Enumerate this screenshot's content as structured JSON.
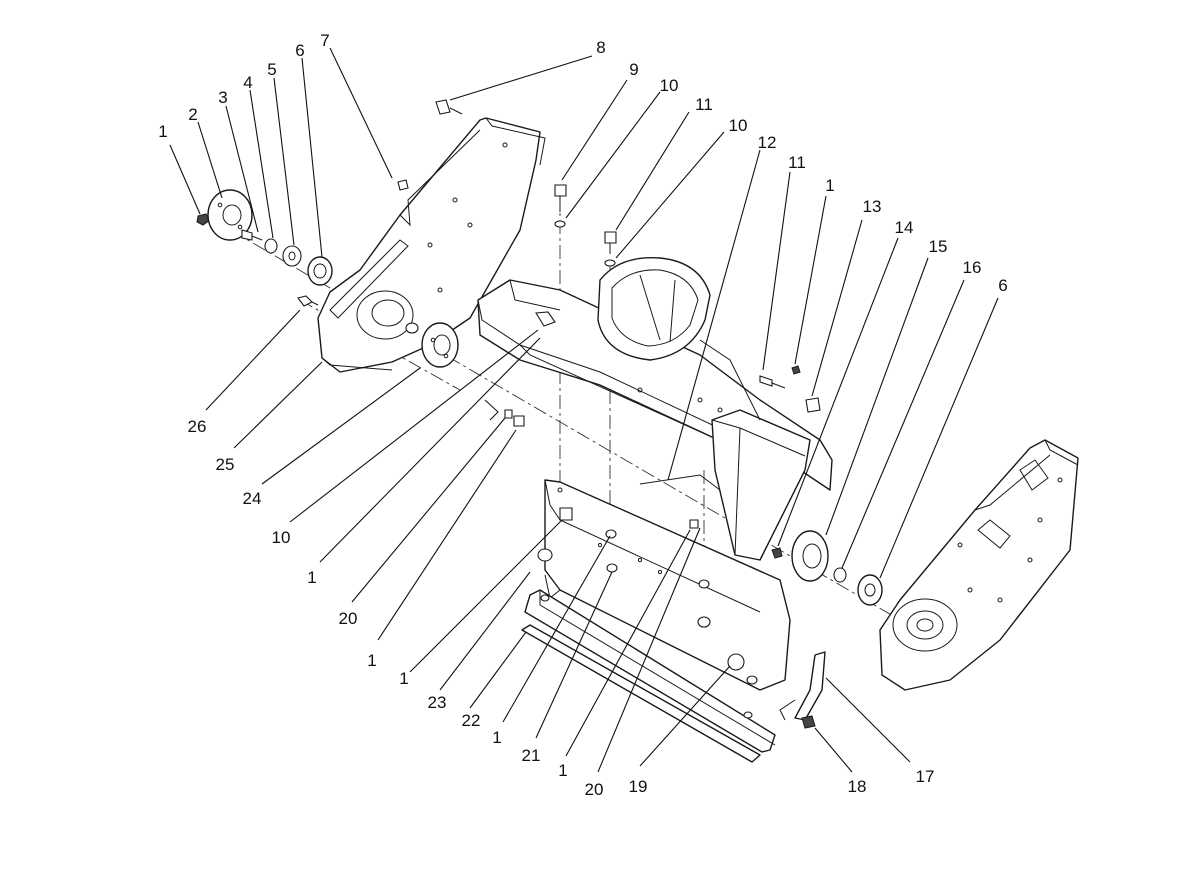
{
  "diagram": {
    "callouts": [
      {
        "id": "c1a",
        "label": "1"
      },
      {
        "id": "c2",
        "label": "2"
      },
      {
        "id": "c3",
        "label": "3"
      },
      {
        "id": "c4",
        "label": "4"
      },
      {
        "id": "c5",
        "label": "5"
      },
      {
        "id": "c6a",
        "label": "6"
      },
      {
        "id": "c7",
        "label": "7"
      },
      {
        "id": "c8",
        "label": "8"
      },
      {
        "id": "c9",
        "label": "9"
      },
      {
        "id": "c10a",
        "label": "10"
      },
      {
        "id": "c11a",
        "label": "11"
      },
      {
        "id": "c10b",
        "label": "10"
      },
      {
        "id": "c12",
        "label": "12"
      },
      {
        "id": "c11b",
        "label": "11"
      },
      {
        "id": "c1b",
        "label": "1"
      },
      {
        "id": "c13",
        "label": "13"
      },
      {
        "id": "c14",
        "label": "14"
      },
      {
        "id": "c15",
        "label": "15"
      },
      {
        "id": "c16",
        "label": "16"
      },
      {
        "id": "c6b",
        "label": "6"
      },
      {
        "id": "c26",
        "label": "26"
      },
      {
        "id": "c25",
        "label": "25"
      },
      {
        "id": "c24",
        "label": "24"
      },
      {
        "id": "c10c",
        "label": "10"
      },
      {
        "id": "c1c",
        "label": "1"
      },
      {
        "id": "c20a",
        "label": "20"
      },
      {
        "id": "c1d",
        "label": "1"
      },
      {
        "id": "c1e",
        "label": "1"
      },
      {
        "id": "c23",
        "label": "23"
      },
      {
        "id": "c22",
        "label": "22"
      },
      {
        "id": "c1f",
        "label": "1"
      },
      {
        "id": "c21",
        "label": "21"
      },
      {
        "id": "c1g",
        "label": "1"
      },
      {
        "id": "c20b",
        "label": "20"
      },
      {
        "id": "c19",
        "label": "19"
      },
      {
        "id": "c18",
        "label": "18"
      },
      {
        "id": "c17",
        "label": "17"
      }
    ]
  }
}
